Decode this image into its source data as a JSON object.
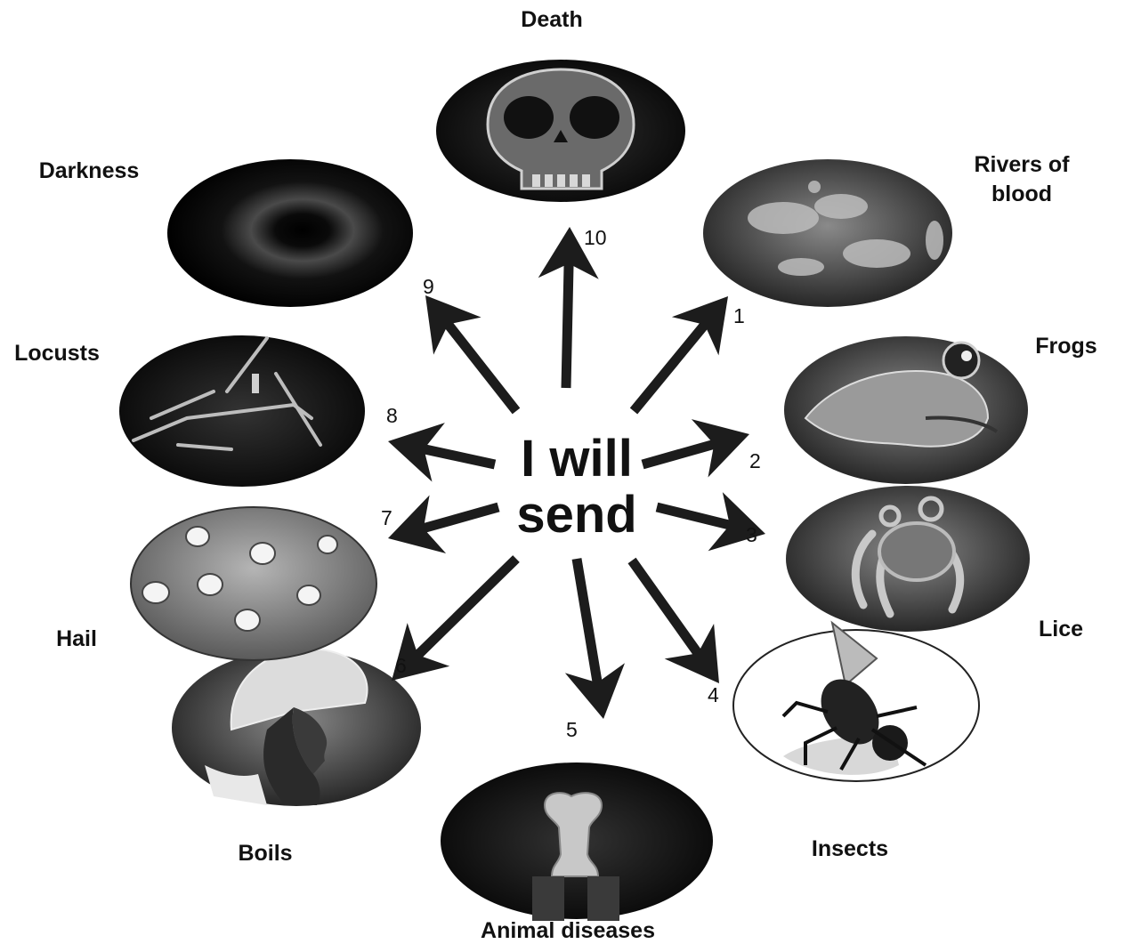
{
  "center": {
    "line1": "I will",
    "line2": "send"
  },
  "plagues": [
    {
      "number": "1",
      "label_lines": [
        "Rivers of",
        "blood"
      ],
      "picture": "rivers-of-blood"
    },
    {
      "number": "2",
      "label_lines": [
        "Frogs"
      ],
      "picture": "frog"
    },
    {
      "number": "3",
      "label_lines": [
        "Lice"
      ],
      "picture": "louse"
    },
    {
      "number": "4",
      "label_lines": [
        "Insects"
      ],
      "picture": "fly"
    },
    {
      "number": "5",
      "label_lines": [
        "Animal diseases"
      ],
      "picture": "animal-bone"
    },
    {
      "number": "6",
      "label_lines": [
        "Boils"
      ],
      "picture": "person-with-headscarf"
    },
    {
      "number": "7",
      "label_lines": [
        "Hail"
      ],
      "picture": "hailstones"
    },
    {
      "number": "8",
      "label_lines": [
        "Locusts"
      ],
      "picture": "locust"
    },
    {
      "number": "9",
      "label_lines": [
        "Darkness"
      ],
      "picture": "dark-circle"
    },
    {
      "number": "10",
      "label_lines": [
        "Death"
      ],
      "picture": "skull"
    }
  ]
}
